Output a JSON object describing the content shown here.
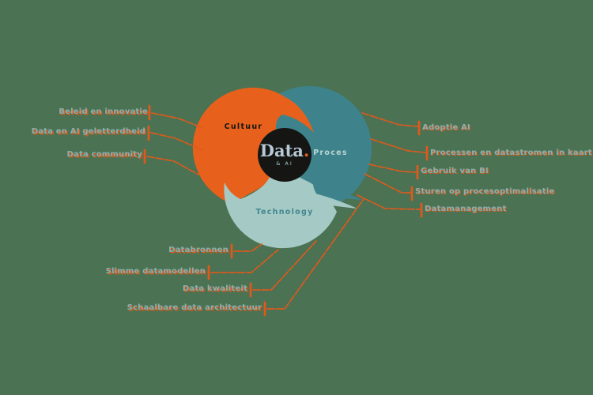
{
  "colors": {
    "background": "#4b7253",
    "orange": "#e8611c",
    "teal": "#3e838c",
    "mint": "#a5cac5",
    "center_black": "#151613",
    "line_orange": "#dd5a1d",
    "label_teal": "#84b1b1",
    "label_shadow_orange": "#d95a1c"
  },
  "center": {
    "title": "Data",
    "dot": ".",
    "subtitle": "& AI"
  },
  "rings": [
    {
      "label": "Cultuur"
    },
    {
      "label": "Proces"
    },
    {
      "label": "Technology"
    }
  ],
  "labels": {
    "left": [
      "Beleid en innovatie",
      "Data en AI geletterdheid",
      "Data community"
    ],
    "right": [
      "Adoptie AI",
      "Processen en datastromen in kaart",
      "Gebruik van BI",
      "Sturen op procesoptimalisatie",
      "Datamanagement"
    ],
    "bottom": [
      "Databronnen",
      "Slimme datamodellen",
      "Data kwaliteit",
      "Schaalbare data architectuur"
    ]
  }
}
